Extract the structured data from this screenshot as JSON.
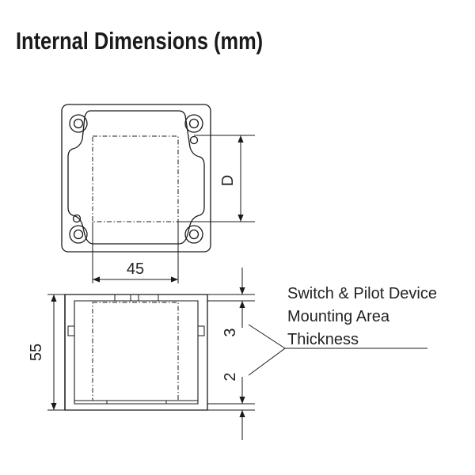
{
  "title": "Internal Dimensions (mm)",
  "dimensions": {
    "depth_label": "D",
    "width_label": "45",
    "height_label": "55",
    "top_thickness_label": "3",
    "bottom_thickness_label": "2"
  },
  "callout": {
    "line1": "Switch & Pilot Device",
    "line2": "Mounting Area",
    "line3": "Thickness"
  },
  "colors": {
    "line": "#1a1a1a",
    "background": "#ffffff"
  }
}
